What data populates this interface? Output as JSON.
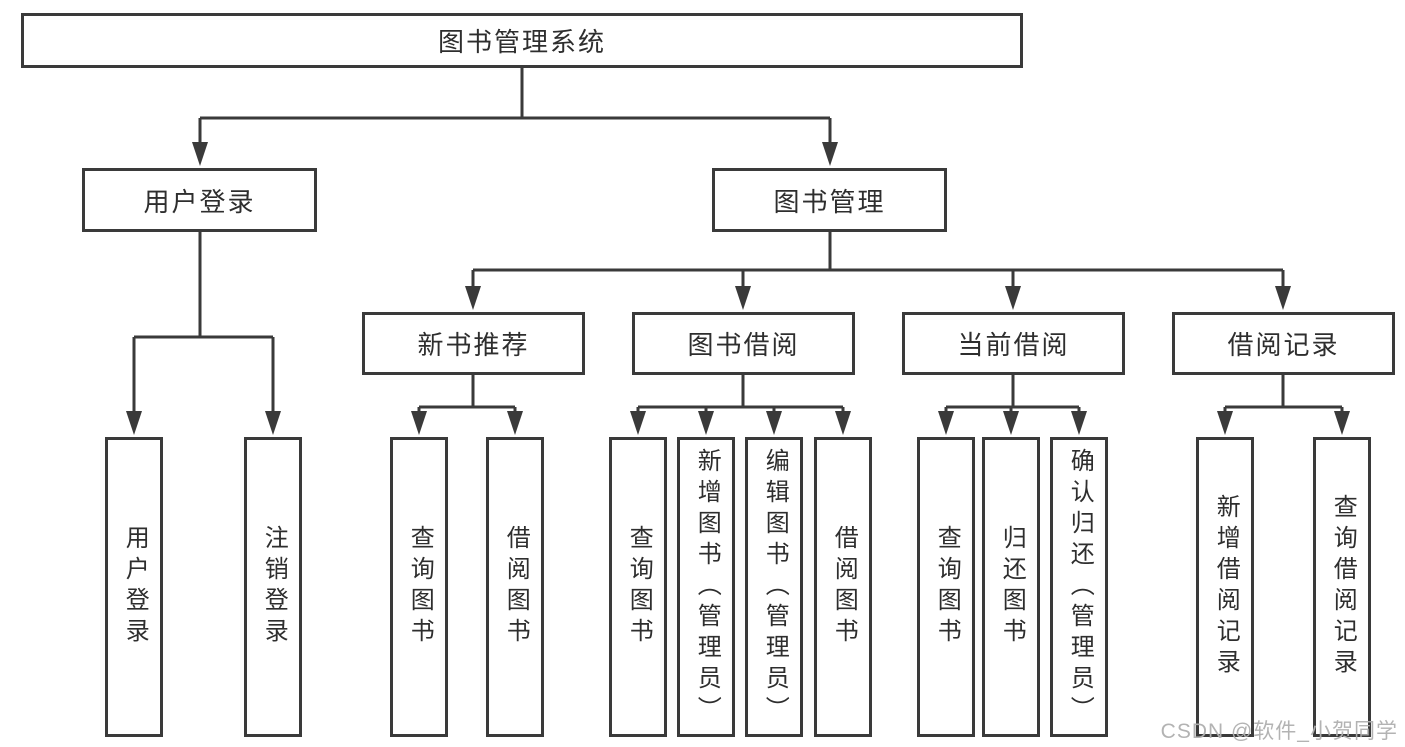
{
  "diagram": {
    "root": {
      "label": "图书管理系统"
    },
    "level2": [
      {
        "label": "用户登录"
      },
      {
        "label": "图书管理"
      }
    ],
    "level3": [
      {
        "label": "新书推荐"
      },
      {
        "label": "图书借阅"
      },
      {
        "label": "当前借阅"
      },
      {
        "label": "借阅记录"
      }
    ],
    "leaves": {
      "user_login": [
        "用户登录",
        "注销登录"
      ],
      "new_book": [
        "查询图书",
        "借阅图书"
      ],
      "book_borrow": [
        "查询图书",
        "新增图书（管理员）",
        "编辑图书（管理员）",
        "借阅图书"
      ],
      "current_borrow": [
        "查询图书",
        "归还图书",
        "确认归还（管理员）"
      ],
      "borrow_record": [
        "新增借阅记录",
        "查询借阅记录"
      ]
    }
  },
  "watermark": {
    "text": "CSDN @软件_小贺同学"
  },
  "colors": {
    "line": "#3a3a3a",
    "text": "#2e2e2e",
    "background": "#ffffff",
    "watermark": "#afafaf"
  }
}
